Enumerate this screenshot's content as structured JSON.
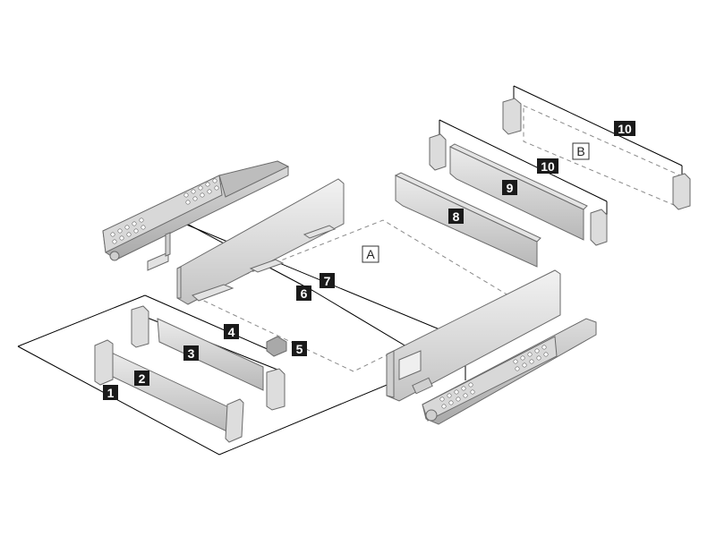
{
  "callouts": {
    "c1": "1",
    "c2": "2",
    "c3": "3",
    "c4": "4",
    "c5": "5",
    "c6": "6",
    "c7": "7",
    "c8": "8",
    "c9": "9",
    "c10a": "10",
    "c10b": "10"
  },
  "areas": {
    "a": "A",
    "b": "B"
  },
  "colors": {
    "part_light": "#e4e4e4",
    "part_mid": "#c9c9c9",
    "part_dark": "#a8a8a8",
    "callout_bg": "#1a1a1a",
    "callout_text": "#ffffff"
  }
}
